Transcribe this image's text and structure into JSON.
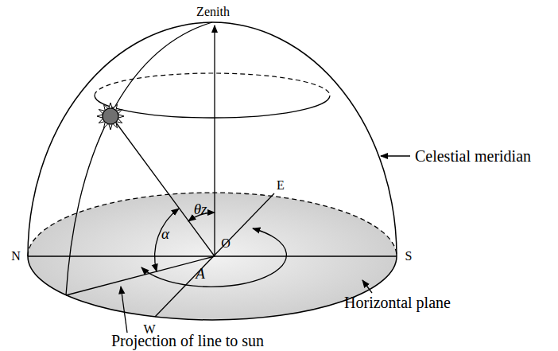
{
  "diagram": {
    "labels": [
      "Zenith",
      "E",
      "θz",
      "α",
      "O",
      "A",
      "N",
      "S",
      "W",
      "Celestial meridian",
      "Horizontal plane",
      "Projection of line to sun"
    ]
  }
}
